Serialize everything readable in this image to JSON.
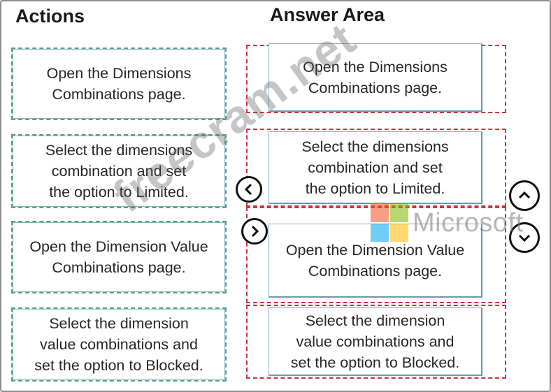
{
  "headings": {
    "actions": "Actions",
    "answer_area": "Answer Area"
  },
  "actions": [
    "Open the Dimensions\nCombinations page.",
    "Select the dimensions\ncombination and set\nthe option to Limited.",
    "Open the Dimension Value\nCombinations page.",
    "Select the dimension\nvalue combinations and\nset the option to Blocked."
  ],
  "answers": [
    "Open the Dimensions\nCombinations page.",
    "Select the dimensions\ncombination and set\nthe option to Limited.",
    "Open the Dimension Value\nCombinations page.",
    "Select the dimension\nvalue combinations and\nset the option to Blocked."
  ],
  "controls": {
    "move_left_icon": "chevron-left-icon",
    "move_right_icon": "chevron-right-icon",
    "move_up_icon": "chevron-up-icon",
    "move_down_icon": "chevron-down-icon"
  },
  "logo": {
    "text": "Microsoft",
    "colors": [
      "#f25022",
      "#7fba00",
      "#00a4ef",
      "#ffb900"
    ]
  },
  "watermark": "freecram.net"
}
